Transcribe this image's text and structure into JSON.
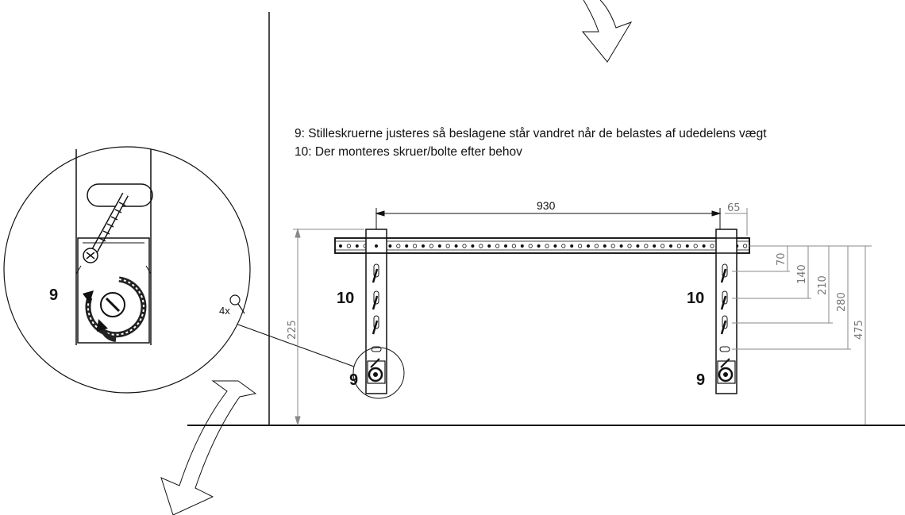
{
  "instructions": {
    "line1": "9: Stilleskruerne justeres så beslagene står vandret når de belastes af udedelens vægt",
    "line2": "10: Der monteres skruer/bolte efter behov"
  },
  "labels": {
    "adjust_screw": "9",
    "screws": "10",
    "magnification": "4x"
  },
  "dimensions": {
    "rail_span": "930",
    "rail_overhang": "65",
    "bracket_height": "225",
    "hole_1": "70",
    "hole_2": "140",
    "hole_3": "210",
    "hole_4": "280",
    "rail_height": "475"
  },
  "colors": {
    "line": "#111111",
    "dimension": "#888888"
  }
}
